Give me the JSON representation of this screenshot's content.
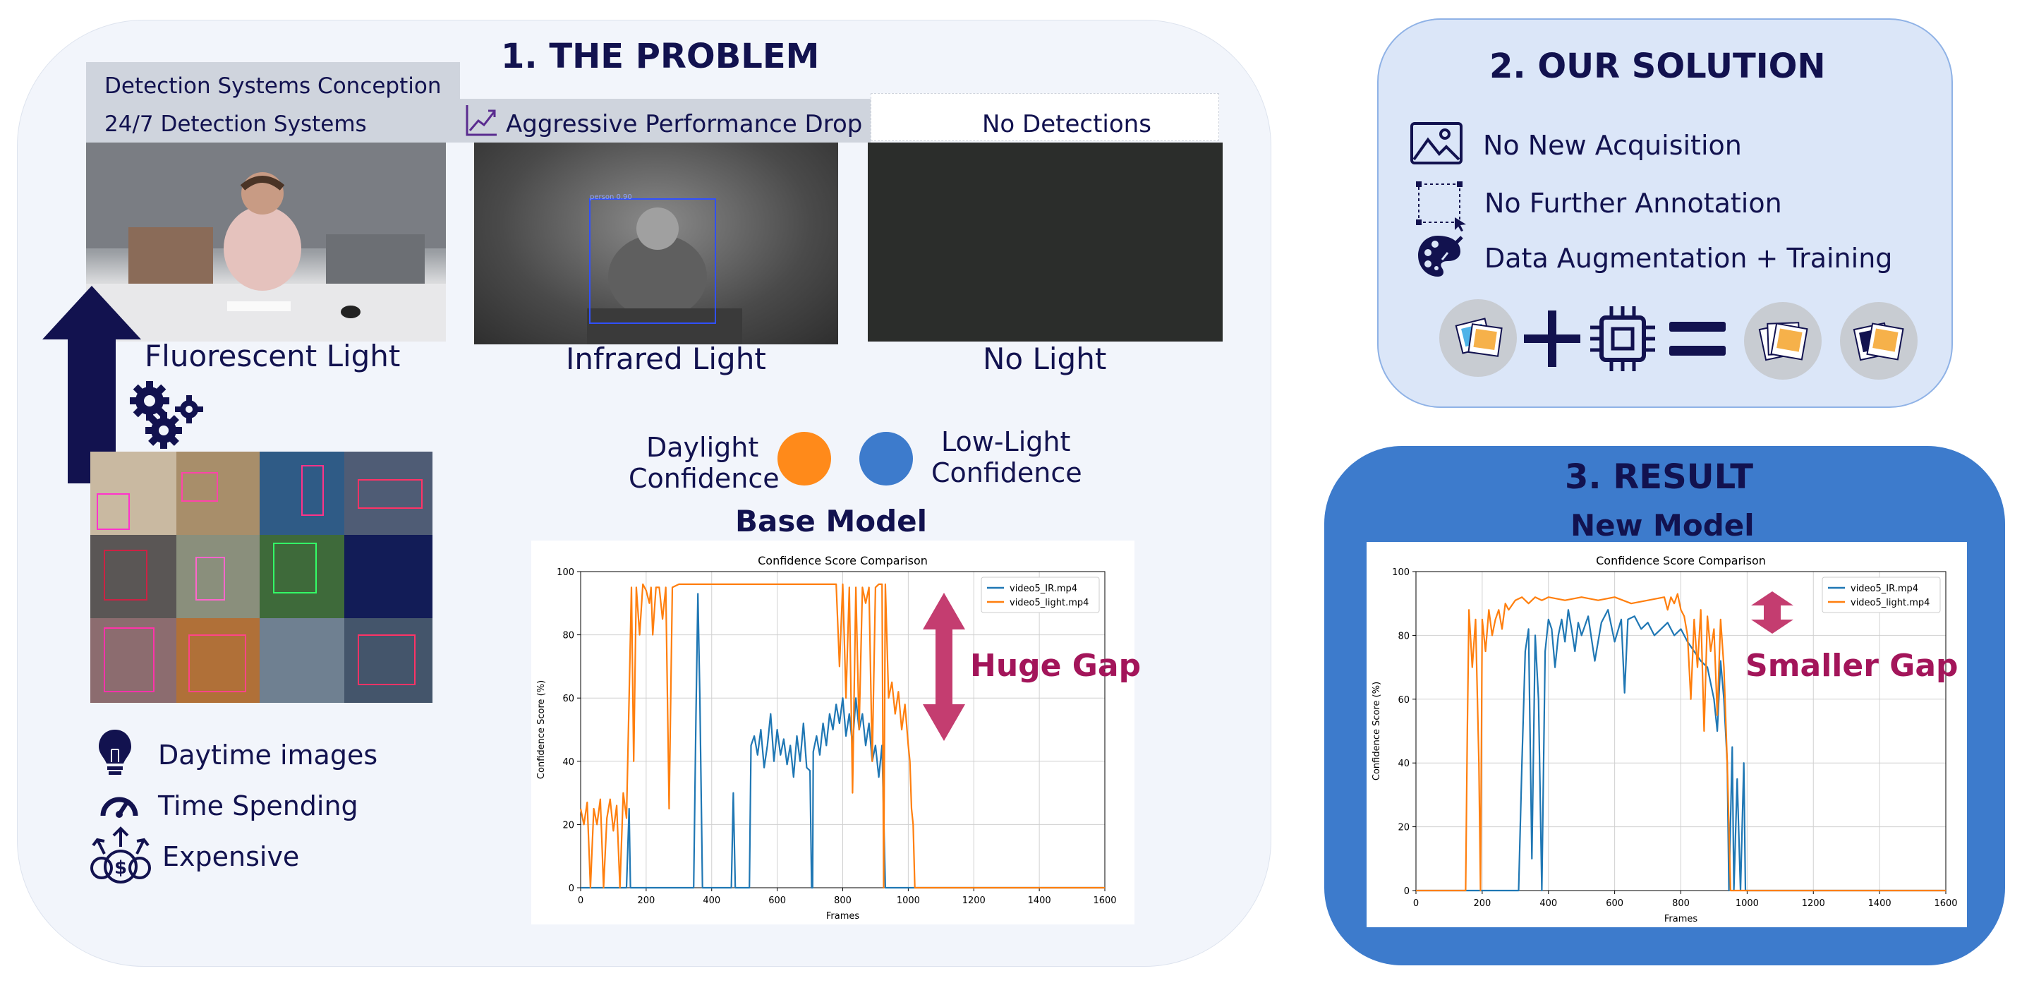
{
  "problem": {
    "title": "1. THE PROBLEM",
    "tags": {
      "conception": "Detection Systems Conception",
      "systems": "24/7 Detection Systems",
      "drop": "Aggressive Performance Drop",
      "no_detect": "No Detections"
    },
    "photos": {
      "fluorescent": "Fluorescent Light",
      "infrared": "Infrared Light",
      "none": "No Light",
      "bbox_label": "person 0.90"
    },
    "legend": {
      "daylight": [
        "Daylight",
        "Confidence"
      ],
      "lowlight": [
        "Low-Light",
        "Confidence"
      ],
      "daylight_color": "#ff8a1a",
      "lowlight_color": "#3d7bcc"
    },
    "base_model": "Base Model",
    "huge_gap": "Huge Gap",
    "costs": [
      "Daytime images",
      "Time Spending",
      "Expensive"
    ]
  },
  "solution": {
    "title": "2. OUR SOLUTION",
    "items": [
      "No New Acquisition",
      "No Further Annotation",
      "Data Augmentation + Training"
    ],
    "icons": [
      "image-icon",
      "selection-cursor-icon",
      "palette-icon"
    ]
  },
  "result": {
    "title": "3. RESULT",
    "subtitle": "New Model",
    "smaller_gap": "Smaller Gap"
  },
  "chart_data": [
    {
      "type": "line",
      "title": "Confidence Score Comparison",
      "xlabel": "Frames",
      "ylabel": "Confidence Score (%)",
      "xlim": [
        0,
        1600
      ],
      "ylim": [
        0,
        100
      ],
      "xticks": [
        0,
        200,
        400,
        600,
        800,
        1000,
        1200,
        1400,
        1600
      ],
      "yticks": [
        0,
        20,
        40,
        60,
        80,
        100
      ],
      "grid": true,
      "legend": "top-right",
      "series": [
        {
          "name": "video5_IR.mp4",
          "color": "#1f77b4",
          "points": [
            [
              0,
              0
            ],
            [
              140,
              0
            ],
            [
              148,
              25
            ],
            [
              152,
              0
            ],
            [
              345,
              0
            ],
            [
              352,
              55
            ],
            [
              358,
              93
            ],
            [
              364,
              60
            ],
            [
              372,
              0
            ],
            [
              460,
              0
            ],
            [
              466,
              30
            ],
            [
              472,
              0
            ],
            [
              515,
              0
            ],
            [
              520,
              45
            ],
            [
              530,
              48
            ],
            [
              540,
              42
            ],
            [
              550,
              50
            ],
            [
              560,
              38
            ],
            [
              570,
              45
            ],
            [
              580,
              55
            ],
            [
              590,
              40
            ],
            [
              600,
              50
            ],
            [
              610,
              42
            ],
            [
              620,
              47
            ],
            [
              630,
              39
            ],
            [
              640,
              45
            ],
            [
              650,
              35
            ],
            [
              660,
              48
            ],
            [
              670,
              40
            ],
            [
              680,
              52
            ],
            [
              690,
              38
            ],
            [
              700,
              37
            ],
            [
              705,
              0
            ],
            [
              708,
              0
            ],
            [
              710,
              43
            ],
            [
              720,
              48
            ],
            [
              730,
              42
            ],
            [
              740,
              52
            ],
            [
              750,
              45
            ],
            [
              760,
              55
            ],
            [
              770,
              50
            ],
            [
              780,
              58
            ],
            [
              790,
              52
            ],
            [
              800,
              60
            ],
            [
              810,
              48
            ],
            [
              820,
              55
            ],
            [
              830,
              45
            ],
            [
              840,
              60
            ],
            [
              850,
              50
            ],
            [
              860,
              55
            ],
            [
              870,
              45
            ],
            [
              880,
              52
            ],
            [
              890,
              40
            ],
            [
              900,
              45
            ],
            [
              910,
              35
            ],
            [
              920,
              45
            ],
            [
              930,
              0
            ],
            [
              1600,
              0
            ]
          ]
        },
        {
          "name": "video5_light.mp4",
          "color": "#ff7f0e",
          "points": [
            [
              0,
              25
            ],
            [
              10,
              20
            ],
            [
              20,
              27
            ],
            [
              30,
              0
            ],
            [
              40,
              25
            ],
            [
              50,
              20
            ],
            [
              60,
              28
            ],
            [
              70,
              0
            ],
            [
              80,
              22
            ],
            [
              90,
              28
            ],
            [
              100,
              18
            ],
            [
              110,
              26
            ],
            [
              120,
              0
            ],
            [
              130,
              30
            ],
            [
              140,
              22
            ],
            [
              148,
              60
            ],
            [
              155,
              95
            ],
            [
              162,
              40
            ],
            [
              170,
              95
            ],
            [
              180,
              80
            ],
            [
              190,
              96
            ],
            [
              200,
              94
            ],
            [
              210,
              90
            ],
            [
              215,
              95
            ],
            [
              220,
              80
            ],
            [
              230,
              95
            ],
            [
              240,
              95
            ],
            [
              250,
              85
            ],
            [
              260,
              95
            ],
            [
              270,
              25
            ],
            [
              280,
              95
            ],
            [
              300,
              96
            ],
            [
              400,
              96
            ],
            [
              500,
              96
            ],
            [
              600,
              96
            ],
            [
              700,
              96
            ],
            [
              780,
              96
            ],
            [
              790,
              70
            ],
            [
              800,
              96
            ],
            [
              810,
              60
            ],
            [
              820,
              95
            ],
            [
              830,
              30
            ],
            [
              840,
              95
            ],
            [
              850,
              50
            ],
            [
              860,
              95
            ],
            [
              870,
              90
            ],
            [
              880,
              95
            ],
            [
              890,
              40
            ],
            [
              900,
              95
            ],
            [
              910,
              96
            ],
            [
              920,
              96
            ],
            [
              925,
              0
            ],
            [
              930,
              96
            ],
            [
              940,
              60
            ],
            [
              950,
              65
            ],
            [
              960,
              55
            ],
            [
              970,
              62
            ],
            [
              980,
              50
            ],
            [
              990,
              58
            ],
            [
              1000,
              45
            ],
            [
              1005,
              40
            ],
            [
              1010,
              25
            ],
            [
              1015,
              20
            ],
            [
              1020,
              0
            ],
            [
              1600,
              0
            ]
          ]
        }
      ]
    },
    {
      "type": "line",
      "title": "Confidence Score Comparison",
      "xlabel": "Frames",
      "ylabel": "Confidence Score (%)",
      "xlim": [
        0,
        1600
      ],
      "ylim": [
        0,
        100
      ],
      "xticks": [
        0,
        200,
        400,
        600,
        800,
        1000,
        1200,
        1400,
        1600
      ],
      "yticks": [
        0,
        20,
        40,
        60,
        80,
        100
      ],
      "grid": true,
      "legend": "top-right",
      "series": [
        {
          "name": "video5_IR.mp4",
          "color": "#1f77b4",
          "points": [
            [
              0,
              0
            ],
            [
              310,
              0
            ],
            [
              320,
              40
            ],
            [
              330,
              75
            ],
            [
              340,
              82
            ],
            [
              350,
              10
            ],
            [
              360,
              80
            ],
            [
              370,
              60
            ],
            [
              380,
              0
            ],
            [
              390,
              75
            ],
            [
              400,
              85
            ],
            [
              410,
              82
            ],
            [
              420,
              70
            ],
            [
              430,
              80
            ],
            [
              440,
              85
            ],
            [
              450,
              78
            ],
            [
              460,
              88
            ],
            [
              470,
              82
            ],
            [
              480,
              75
            ],
            [
              490,
              84
            ],
            [
              500,
              80
            ],
            [
              520,
              86
            ],
            [
              540,
              72
            ],
            [
              560,
              84
            ],
            [
              580,
              88
            ],
            [
              600,
              78
            ],
            [
              620,
              85
            ],
            [
              630,
              62
            ],
            [
              640,
              85
            ],
            [
              660,
              86
            ],
            [
              680,
              82
            ],
            [
              700,
              84
            ],
            [
              720,
              80
            ],
            [
              740,
              82
            ],
            [
              760,
              84
            ],
            [
              780,
              80
            ],
            [
              800,
              82
            ],
            [
              820,
              78
            ],
            [
              840,
              75
            ],
            [
              860,
              72
            ],
            [
              880,
              70
            ],
            [
              900,
              60
            ],
            [
              910,
              50
            ],
            [
              920,
              72
            ],
            [
              930,
              60
            ],
            [
              940,
              40
            ],
            [
              945,
              0
            ],
            [
              955,
              45
            ],
            [
              960,
              0
            ],
            [
              970,
              35
            ],
            [
              980,
              0
            ],
            [
              990,
              40
            ],
            [
              995,
              0
            ],
            [
              1600,
              0
            ]
          ]
        },
        {
          "name": "video5_light.mp4",
          "color": "#ff7f0e",
          "points": [
            [
              0,
              0
            ],
            [
              150,
              0
            ],
            [
              155,
              50
            ],
            [
              160,
              88
            ],
            [
              170,
              70
            ],
            [
              180,
              85
            ],
            [
              190,
              40
            ],
            [
              195,
              0
            ],
            [
              200,
              85
            ],
            [
              210,
              75
            ],
            [
              220,
              88
            ],
            [
              230,
              80
            ],
            [
              240,
              85
            ],
            [
              250,
              88
            ],
            [
              260,
              82
            ],
            [
              270,
              90
            ],
            [
              280,
              88
            ],
            [
              300,
              91
            ],
            [
              320,
              92
            ],
            [
              340,
              90
            ],
            [
              360,
              92
            ],
            [
              380,
              91
            ],
            [
              400,
              92
            ],
            [
              450,
              91
            ],
            [
              500,
              92
            ],
            [
              550,
              91
            ],
            [
              600,
              92
            ],
            [
              650,
              90
            ],
            [
              700,
              91
            ],
            [
              750,
              92
            ],
            [
              760,
              88
            ],
            [
              770,
              92
            ],
            [
              780,
              90
            ],
            [
              790,
              93
            ],
            [
              800,
              88
            ],
            [
              810,
              86
            ],
            [
              820,
              80
            ],
            [
              830,
              60
            ],
            [
              840,
              85
            ],
            [
              850,
              70
            ],
            [
              860,
              88
            ],
            [
              870,
              50
            ],
            [
              880,
              86
            ],
            [
              890,
              75
            ],
            [
              900,
              82
            ],
            [
              910,
              55
            ],
            [
              920,
              85
            ],
            [
              930,
              70
            ],
            [
              940,
              40
            ],
            [
              950,
              0
            ],
            [
              1600,
              0
            ]
          ]
        }
      ]
    }
  ]
}
